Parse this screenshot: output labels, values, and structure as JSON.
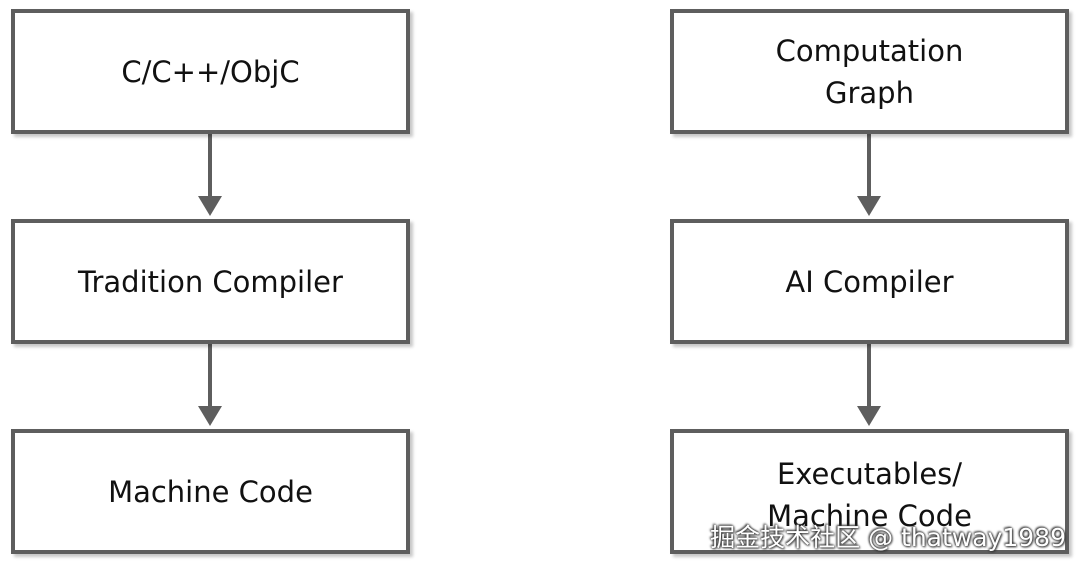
{
  "left_flow": {
    "source": "C/C++/ObjC",
    "compiler": "Tradition Compiler",
    "output": "Machine Code"
  },
  "right_flow": {
    "source_line1": "Computation",
    "source_line2": "Graph",
    "compiler": "AI Compiler",
    "output_line1": "Executables/",
    "output_line2": "Machine Code"
  },
  "watermark": "掘金技术社区 @ thatway1989",
  "colors": {
    "border": "#5e5e5e",
    "arrow": "#5e5e5e",
    "text": "#111111"
  }
}
